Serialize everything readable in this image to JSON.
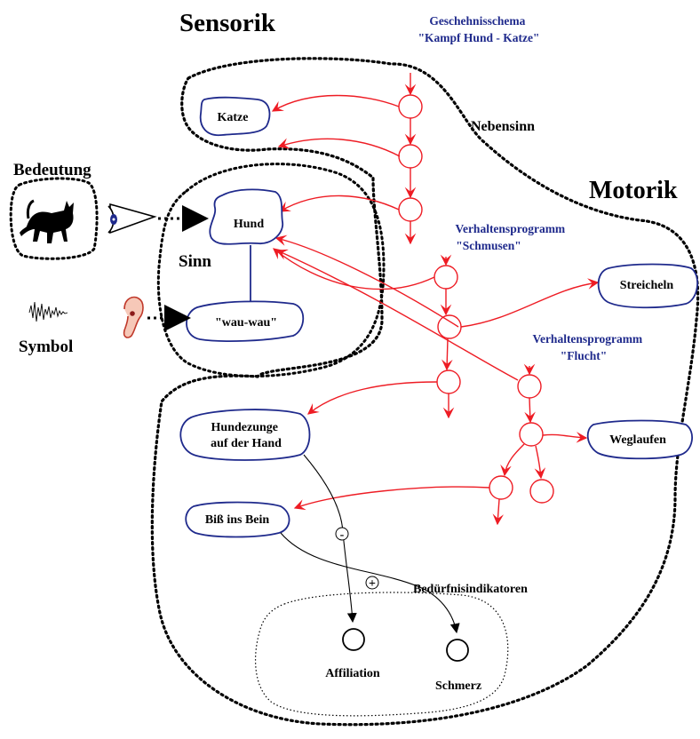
{
  "colors": {
    "red": "#ee1c24",
    "blue": "#1f2a8c",
    "black": "#000000"
  },
  "headings": {
    "sensorik": "Sensorik",
    "motorik": "Motorik",
    "bedeutung": "Bedeutung",
    "symbol": "Symbol",
    "sinn": "Sinn",
    "nebensinn": "Nebensinn",
    "beduerfnis": "Bedürfnisindikatoren"
  },
  "schemas": {
    "kampf_line1": "Geschehnisschema",
    "kampf_line2": "\"Kampf Hund - Katze\"",
    "schmusen_line1": "Verhaltensprogramm",
    "schmusen_line2": "\"Schmusen\"",
    "flucht_line1": "Verhaltensprogramm",
    "flucht_line2": "\"Flucht\""
  },
  "nodes": {
    "katze": "Katze",
    "hund": "Hund",
    "wauwau": "\"wau-wau\"",
    "streicheln": "Streicheln",
    "weglaufen": "Weglaufen",
    "hundezunge_1": "Hundezunge",
    "hundezunge_2": "auf der Hand",
    "biss": "Biß ins Bein",
    "affiliation": "Affiliation",
    "schmerz": "Schmerz"
  },
  "signs": {
    "minus": "-",
    "plus": "+"
  },
  "icons": [
    "cat-icon",
    "eye-icon",
    "ear-icon",
    "sound-wave-icon"
  ]
}
